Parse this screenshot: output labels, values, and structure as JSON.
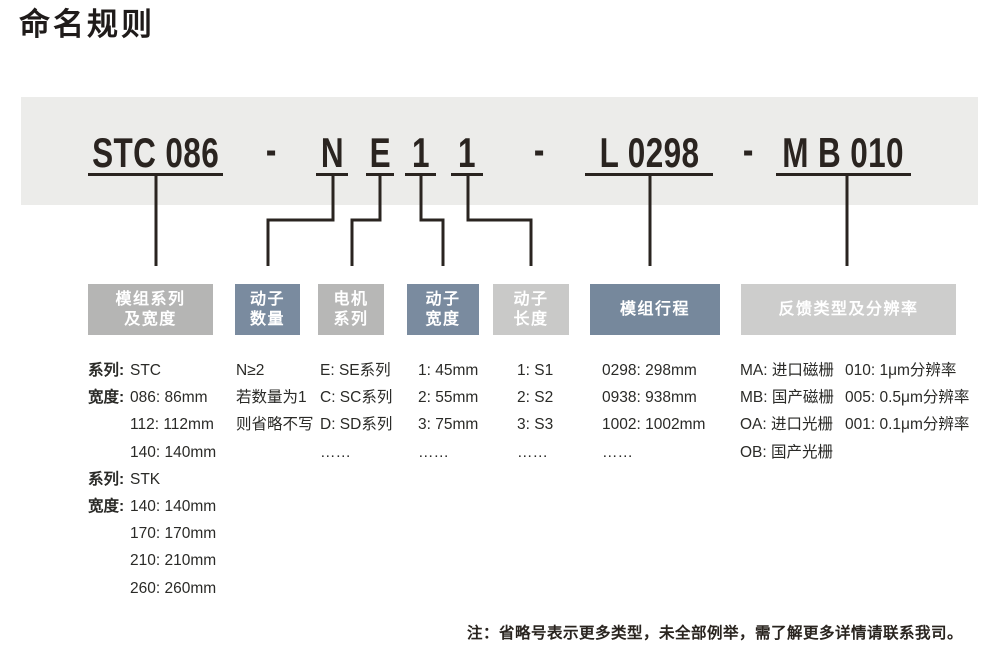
{
  "title": "命名规则",
  "code": {
    "units": [
      "STC 086",
      "N",
      "E",
      "1",
      "1",
      "L 0298",
      "M B 010"
    ],
    "dash": "-"
  },
  "boxes": [
    {
      "line1": "模组系列",
      "line2": "及宽度"
    },
    {
      "line1": "动子",
      "line2": "数量"
    },
    {
      "line1": "电机",
      "line2": "系列"
    },
    {
      "line1": "动子",
      "line2": "宽度"
    },
    {
      "line1": "动子",
      "line2": "长度"
    },
    {
      "line1": "模组行程",
      "line2": ""
    },
    {
      "line1": "反馈类型及分辨率",
      "line2": ""
    }
  ],
  "columns": {
    "series_width": {
      "rows": [
        {
          "label": "系列:",
          "value": "STC"
        },
        {
          "label": "宽度:",
          "value": "086: 86mm"
        },
        {
          "label": "",
          "value": "112: 112mm"
        },
        {
          "label": "",
          "value": "140: 140mm"
        },
        {
          "label": "系列:",
          "value": "STK"
        },
        {
          "label": "宽度:",
          "value": "140: 140mm"
        },
        {
          "label": "",
          "value": "170: 170mm"
        },
        {
          "label": "",
          "value": "210: 210mm"
        },
        {
          "label": "",
          "value": "260: 260mm"
        }
      ]
    },
    "mover_count": {
      "rows": [
        "N≥2",
        "若数量为1",
        "则省略不写"
      ]
    },
    "motor_series": {
      "rows": [
        "E: SE系列",
        "C: SC系列",
        "D: SD系列",
        "……"
      ]
    },
    "mover_width": {
      "rows": [
        "1: 45mm",
        "2: 55mm",
        "3: 75mm",
        "……"
      ]
    },
    "mover_length": {
      "rows": [
        "1: S1",
        "2: S2",
        "3: S3",
        "……"
      ]
    },
    "module_stroke": {
      "rows": [
        "0298: 298mm",
        "0938: 938mm",
        "1002: 1002mm",
        "……"
      ]
    },
    "feedback_type": {
      "rows": [
        "MA: 进口磁栅",
        "MB: 国产磁栅",
        "OA: 进口光栅",
        "OB: 国产光栅"
      ]
    },
    "resolution": {
      "rows": [
        "010: 1μm分辨率",
        "005: 0.5μm分辨率",
        "001: 0.1μm分辨率"
      ]
    }
  },
  "note": "注：省略号表示更多类型，未全部例举，需了解更多详情请联系我司。",
  "colors": {
    "band": "#ececea",
    "ink": "#2a2420",
    "box_gray": "#b5b5b4",
    "box_gray_light": "#cdcdcc",
    "box_blue": "#7a8b9f",
    "box_text": "#ffffff"
  }
}
